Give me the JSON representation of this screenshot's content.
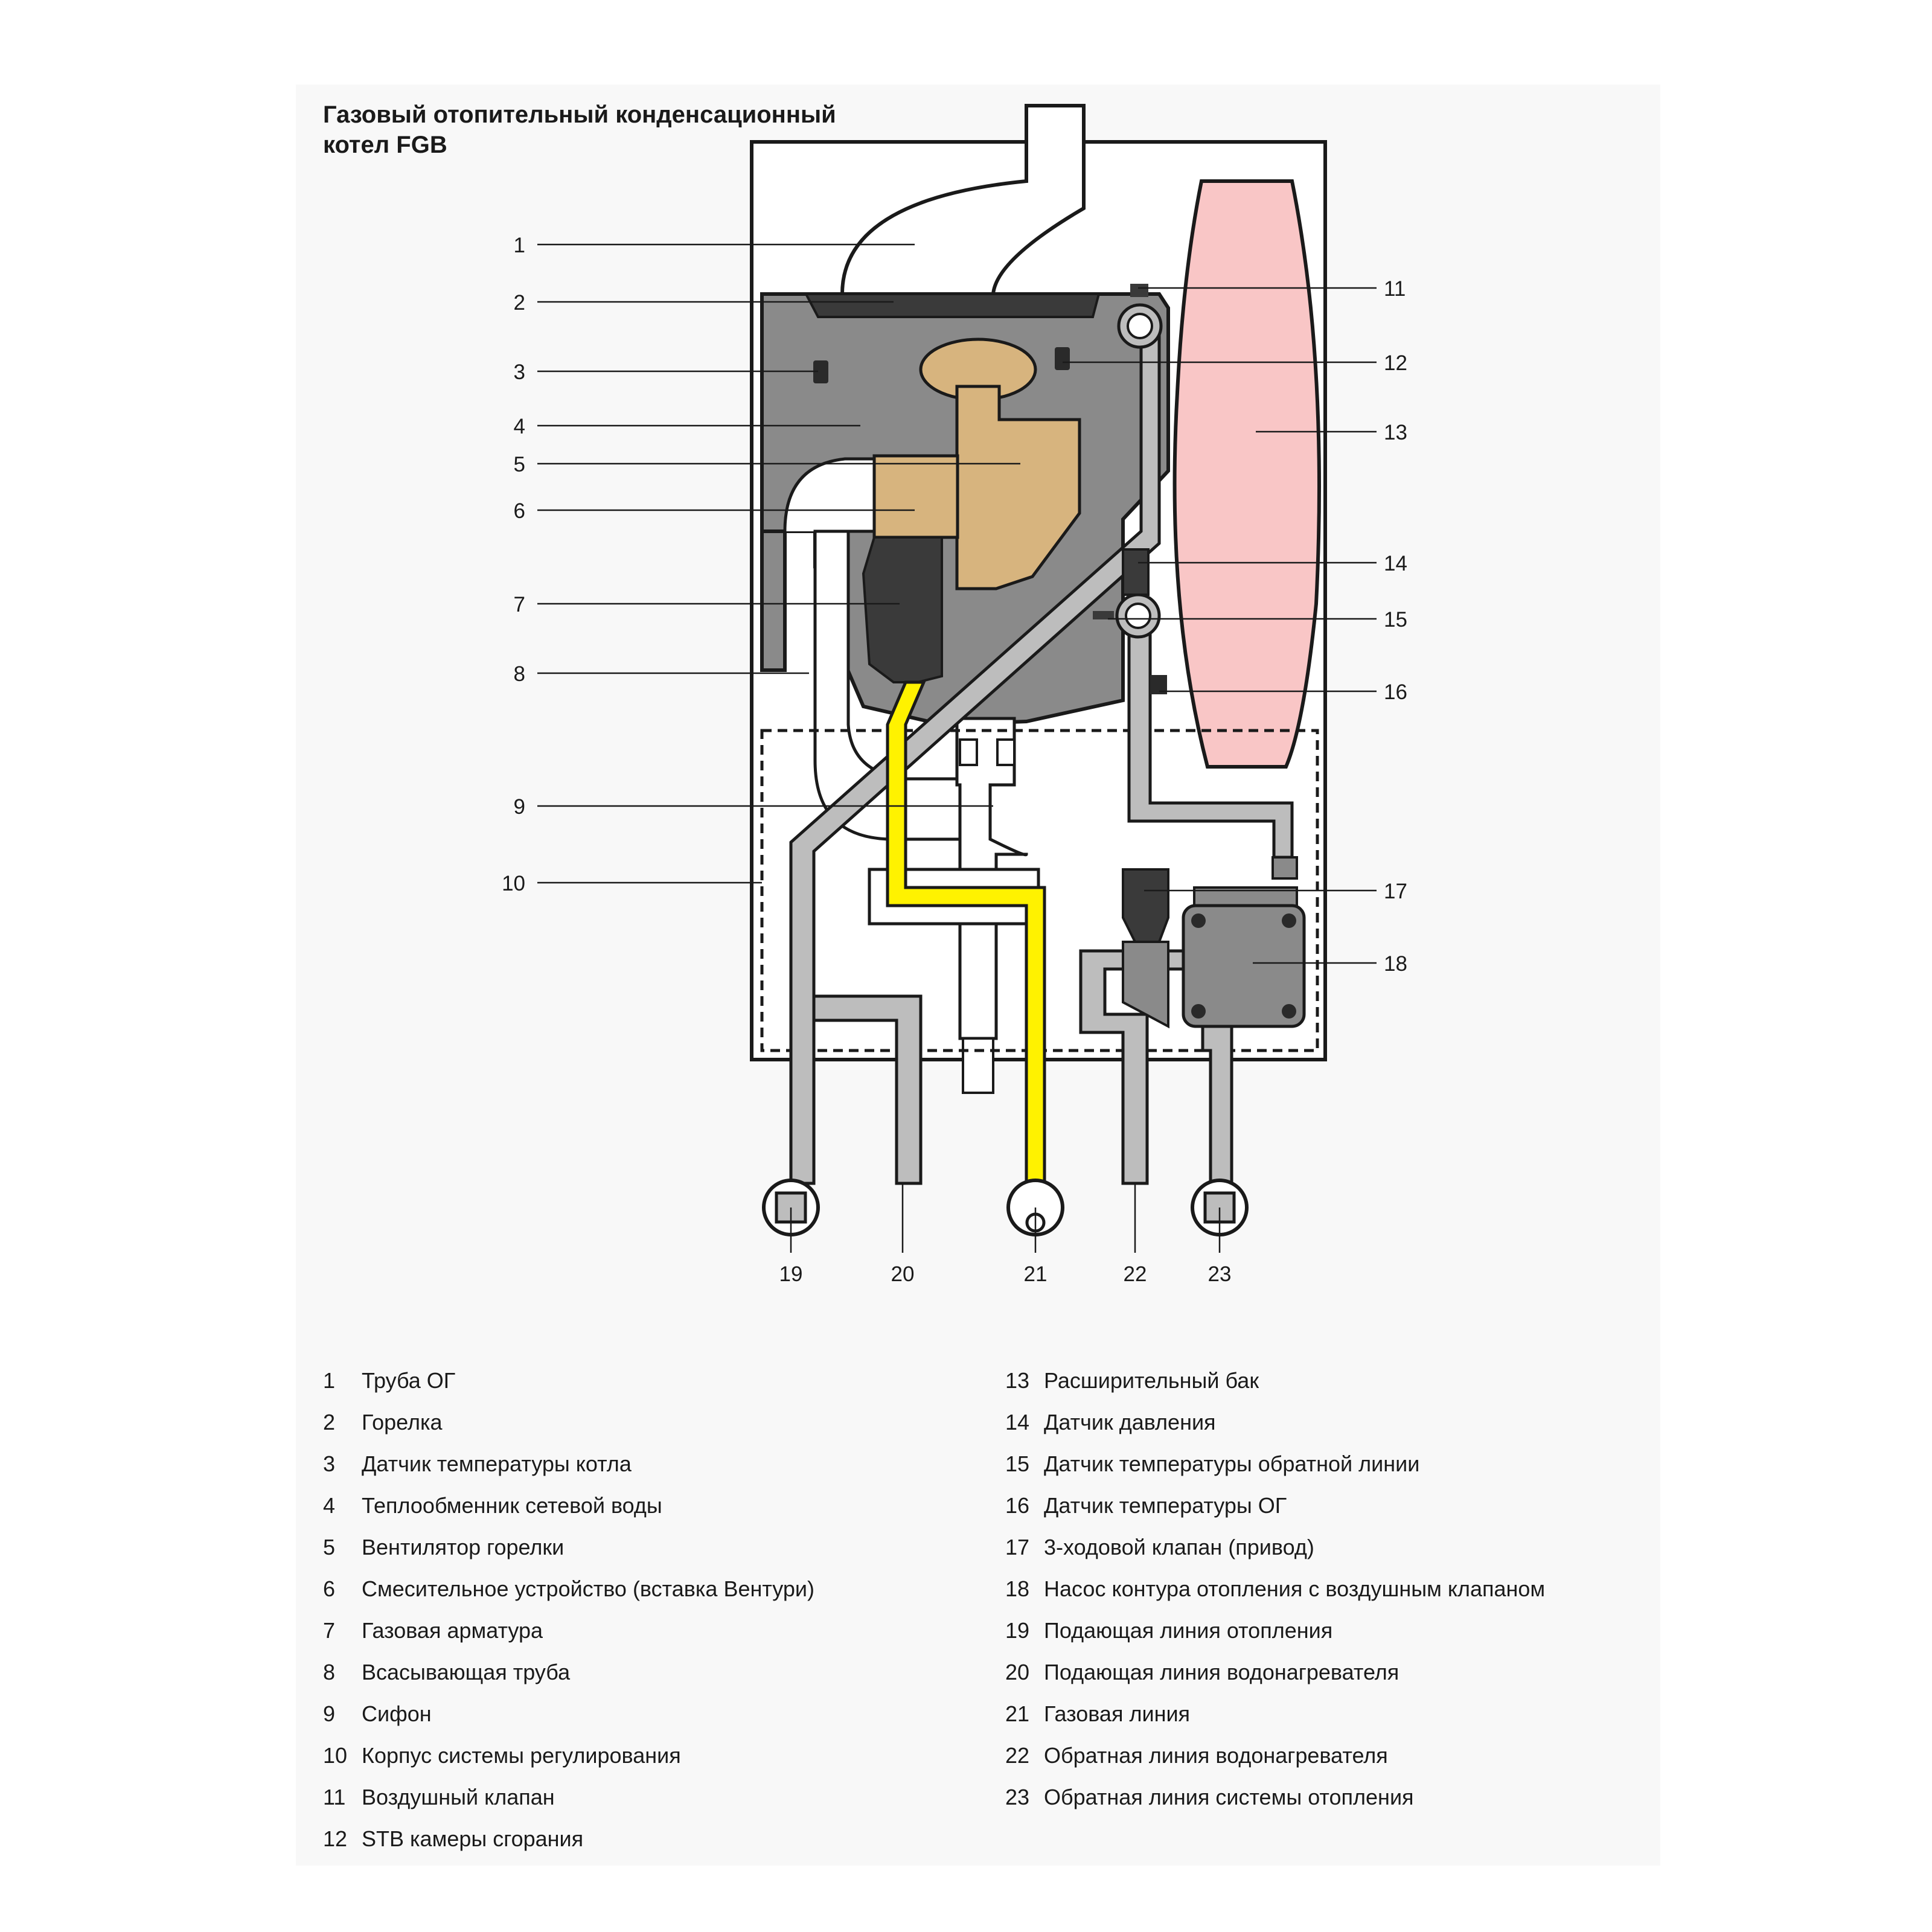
{
  "title": {
    "line1": "Газовый отопительный конденсационный",
    "line2": "котел FGB"
  },
  "callouts_left": [
    "1",
    "2",
    "3",
    "4",
    "5",
    "6",
    "7",
    "8",
    "9",
    "10"
  ],
  "callouts_right": [
    "11",
    "12",
    "13",
    "14",
    "15",
    "16",
    "17",
    "18"
  ],
  "callouts_bottom": [
    "19",
    "20",
    "21",
    "22",
    "23"
  ],
  "colors": {
    "expansion_tank": "#f9c6c6",
    "gas_line": "#fff200",
    "fan_and_mixer": "#d7b47e",
    "heat_exchanger": "#8a8a8a",
    "pipes": "#bdbdbd",
    "dark_parts": "#3a3a3a"
  },
  "legend": {
    "left": [
      {
        "num": "1",
        "label": "Труба ОГ"
      },
      {
        "num": "2",
        "label": "Горелка"
      },
      {
        "num": "3",
        "label": "Датчик температуры котла"
      },
      {
        "num": "4",
        "label": "Теплообменник сетевой воды"
      },
      {
        "num": "5",
        "label": "Вентилятор горелки"
      },
      {
        "num": "6",
        "label": "Смесительное устройство (вставка Вентури)"
      },
      {
        "num": "7",
        "label": "Газовая арматура"
      },
      {
        "num": "8",
        "label": "Всасывающая труба"
      },
      {
        "num": "9",
        "label": "Сифон"
      },
      {
        "num": "10",
        "label": "Корпус системы регулирования"
      },
      {
        "num": "11",
        "label": "Воздушный клапан"
      },
      {
        "num": "12",
        "label": "STB камеры сгорания"
      }
    ],
    "right": [
      {
        "num": "13",
        "label": "Расширительный бак"
      },
      {
        "num": "14",
        "label": "Датчик давления"
      },
      {
        "num": "15",
        "label": "Датчик температуры обратной линии"
      },
      {
        "num": "16",
        "label": "Датчик температуры ОГ"
      },
      {
        "num": "17",
        "label": "3-ходовой клапан (привод)"
      },
      {
        "num": "18",
        "label": "Насос контура отопления с воздушным клапаном"
      },
      {
        "num": "19",
        "label": "Подающая линия отопления"
      },
      {
        "num": "20",
        "label": "Подающая линия водонагревателя"
      },
      {
        "num": "21",
        "label": "Газовая линия"
      },
      {
        "num": "22",
        "label": "Обратная линия водонагревателя"
      },
      {
        "num": "23",
        "label": "Обратная линия системы отопления"
      }
    ]
  }
}
